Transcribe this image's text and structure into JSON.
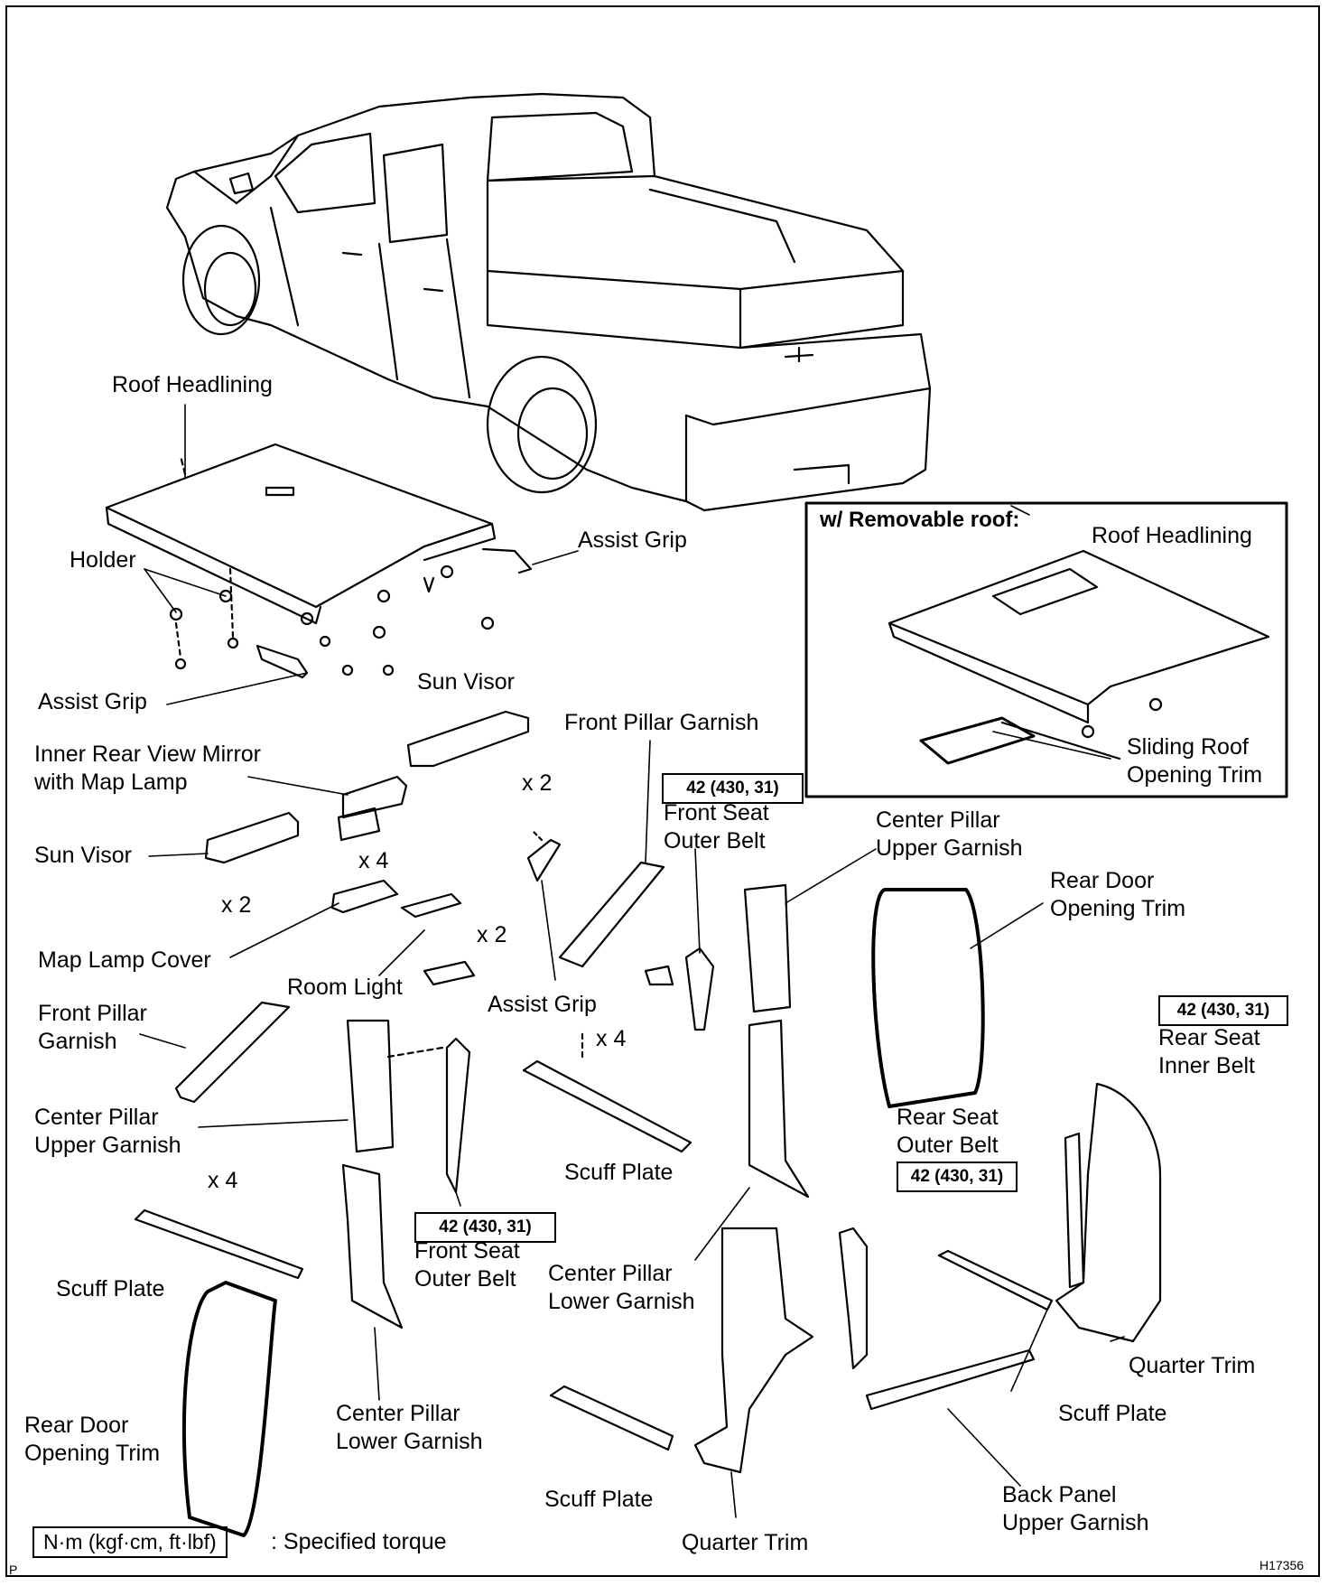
{
  "labels": {
    "roof_headlining": "Roof Headlining",
    "holder": "Holder",
    "assist_grip_top": "Assist Grip",
    "assist_grip_left": "Assist Grip",
    "assist_grip_mid": "Assist Grip",
    "sun_visor_right": "Sun Visor",
    "sun_visor_left": "Sun Visor",
    "inner_mirror": "Inner Rear View Mirror\nwith Map Lamp",
    "map_lamp_cover": "Map Lamp Cover",
    "room_light": "Room Light",
    "front_pillar_garnish_top": "Front Pillar Garnish",
    "front_pillar_garnish_left": "Front Pillar\nGarnish",
    "front_seat_outer_belt_top": "Front Seat\nOuter Belt",
    "front_seat_outer_belt_bottom": "Front Seat\nOuter Belt",
    "center_pillar_upper_garnish_right": "Center Pillar\nUpper Garnish",
    "center_pillar_upper_garnish_left": "Center Pillar\nUpper Garnish",
    "center_pillar_lower_garnish_mid": "Center Pillar\nLower Garnish",
    "center_pillar_lower_garnish_left": "Center Pillar\nLower Garnish",
    "rear_door_opening_trim_right": "Rear Door\nOpening Trim",
    "rear_door_opening_trim_left": "Rear Door\nOpening Trim",
    "rear_seat_inner_belt": "Rear Seat\nInner Belt",
    "rear_seat_outer_belt": "Rear Seat\nOuter Belt",
    "scuff_plate_mid": "Scuff Plate",
    "scuff_plate_left": "Scuff Plate",
    "scuff_plate_bottom": "Scuff Plate",
    "scuff_plate_right": "Scuff Plate",
    "quarter_trim_right": "Quarter Trim",
    "quarter_trim_bottom": "Quarter Trim",
    "back_panel_upper_garnish": "Back Panel\nUpper Garnish"
  },
  "quantities": {
    "x2_a": "x 2",
    "x4_a": "x 4",
    "x2_b": "x 2",
    "x2_c": "x 2",
    "x4_b": "x 4",
    "x4_c": "x 4"
  },
  "torque": {
    "front_seat_top": "42 (430, 31)",
    "front_seat_bottom": "42 (430, 31)",
    "rear_inner": "42 (430, 31)",
    "rear_outer": "42 (430, 31)"
  },
  "inset": {
    "title": "w/ Removable roof:",
    "roof_headlining": "Roof Headlining",
    "sliding_roof_trim": "Sliding Roof\nOpening Trim"
  },
  "legend": {
    "unit": "N·m (kgf·cm, ft·lbf)",
    "text": ": Specified torque"
  },
  "corner": {
    "p": "P",
    "code": "H17356"
  }
}
